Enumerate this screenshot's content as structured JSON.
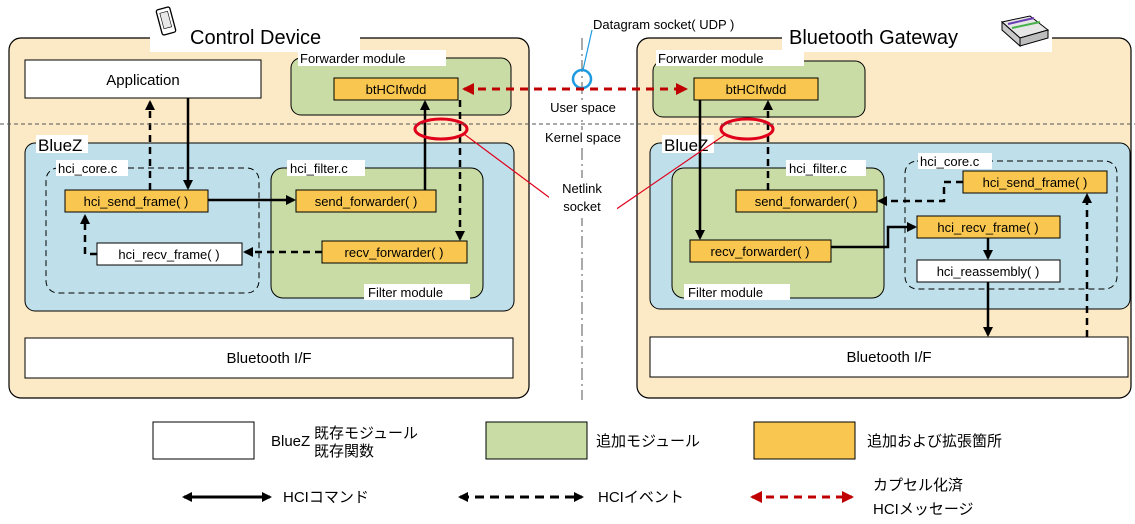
{
  "colors": {
    "device_bg": "#FCE9C6",
    "bluez_bg": "#BFE0EA",
    "module_green": "#C9DCA6",
    "func_yellow": "#F9C74F",
    "encap_red": "#C00000",
    "socket_blue": "#1E9BE0"
  },
  "left": {
    "title": "Control Device",
    "application": "Application",
    "forwarder_module": "Forwarder module",
    "bthcifwdd": "btHCIfwdd",
    "bluez": "BlueZ",
    "hci_core_label": "hci_core.c",
    "hci_filter_label": "hci_filter.c",
    "hci_send_frame": "hci_send_frame( )",
    "hci_recv_frame": "hci_recv_frame( )",
    "send_forwarder": "send_forwarder( )",
    "recv_forwarder": "recv_forwarder( )",
    "filter_module": "Filter module",
    "bluetooth_if": "Bluetooth I/F"
  },
  "right": {
    "title": "Bluetooth Gateway",
    "forwarder_module": "Forwarder module",
    "bthcifwdd": "btHCIfwdd",
    "bluez": "BlueZ",
    "hci_filter_label": "hci_filter.c",
    "hci_core_label": "hci_core.c",
    "send_forwarder": "send_forwarder( )",
    "recv_forwarder": "recv_forwarder( )",
    "hci_send_frame": "hci_send_frame( )",
    "hci_recv_frame": "hci_recv_frame( )",
    "hci_reassembly": "hci_reassembly( )",
    "filter_module": "Filter module",
    "bluetooth_if": "Bluetooth I/F"
  },
  "center": {
    "datagram_socket": "Datagram socket( UDP )",
    "user_space": "User space",
    "kernel_space": "Kernel space",
    "netlink_line1": "Netlink",
    "netlink_line2": "socket"
  },
  "legend": {
    "existing_line1": "既存モジュール",
    "existing_prefix": "BlueZ",
    "existing_line2": "既存関数",
    "added_module": "追加モジュール",
    "added_extended": "追加および拡張箇所",
    "hci_command": "HCIコマンド",
    "hci_event": "HCIイベント",
    "encap_line1": "カプセル化済",
    "encap_line2": "HCIメッセージ"
  },
  "icons": {
    "left_title_icon": "mobile-device-icon",
    "right_title_icon": "gateway-router-icon"
  }
}
